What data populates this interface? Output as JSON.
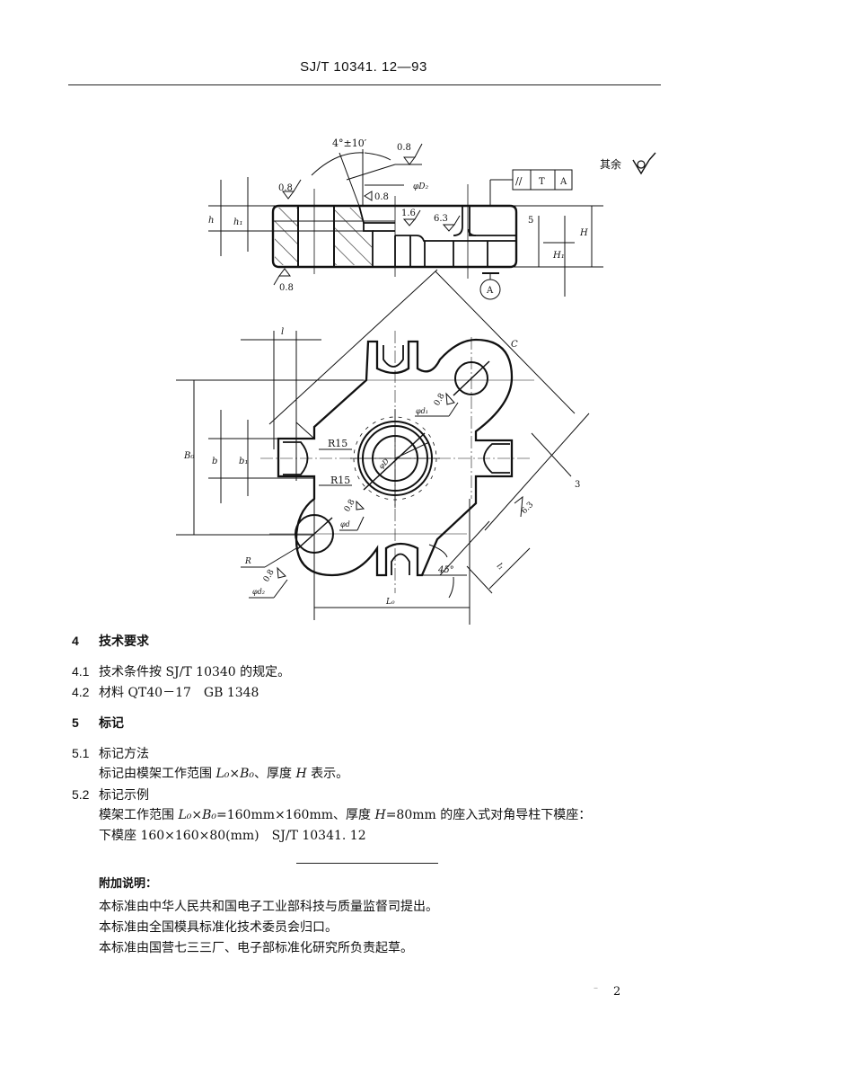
{
  "header": {
    "standard_code": "SJ/T 10341. 12—93"
  },
  "drawing": {
    "section_view": {
      "angle_label": "4°±10′",
      "roughness_labels": [
        "0.8",
        "0.8",
        "0.8",
        "1.6",
        "6.3",
        "0.8"
      ],
      "diameter_label": "φD₂",
      "tolerance_frame": {
        "symbol": "//",
        "tolerance": "T",
        "datum": "A"
      },
      "datum_label": "A",
      "dimensions": {
        "h": "h",
        "h1": "h₁",
        "H": "H",
        "H1": "H₁",
        "five": "5"
      },
      "remaining_roughness_label": "其余"
    },
    "plan_view": {
      "dimensions": {
        "l": "l",
        "B0": "B₀",
        "b": "b",
        "b1": "b₁",
        "C": "C",
        "three": "3",
        "L0": "L₀",
        "l1": "l₁",
        "R": "R",
        "angle": "45°"
      },
      "radius_labels": [
        "R15",
        "R15"
      ],
      "diameter_labels": [
        "φd₁",
        "φD",
        "φd",
        "φd₂"
      ],
      "roughness_labels": [
        "0.8",
        "0.8",
        "0.8",
        "6.3"
      ]
    }
  },
  "sections": [
    {
      "number": "4",
      "title": "技术要求",
      "items": [
        {
          "number": "4.1",
          "text": "技术条件按 SJ/T 10340 的规定。"
        },
        {
          "number": "4.2",
          "text": "材料 QT40－17　GB 1348"
        }
      ]
    },
    {
      "number": "5",
      "title": "标记",
      "items": [
        {
          "number": "5.1",
          "title": "标记方法",
          "body_prefix": "标记由模架工作范围 ",
          "body_formula": "L₀×B₀",
          "body_mid": "、厚度 ",
          "body_var": "H",
          "body_suffix": " 表示。"
        },
        {
          "number": "5.2",
          "title": "标记示例",
          "line1_prefix": "模架工作范围 ",
          "line1_formula": "L₀×B₀",
          "line1_mid": "=160mm×160mm、厚度 ",
          "line1_var": "H",
          "line1_suffix": "=80mm 的座入式对角导柱下模座：",
          "line2": "下模座 160×160×80(mm)　SJ/T 10341. 12"
        }
      ]
    }
  ],
  "notes": {
    "title": "附加说明：",
    "lines": [
      "本标准由中华人民共和国电子工业部科技与质量监督司提出。",
      "本标准由全国模具标准化技术委员会归口。",
      "本标准由国营七三三厂、电子部标准化研究所负责起草。"
    ]
  },
  "footer": {
    "page_number": "2"
  }
}
